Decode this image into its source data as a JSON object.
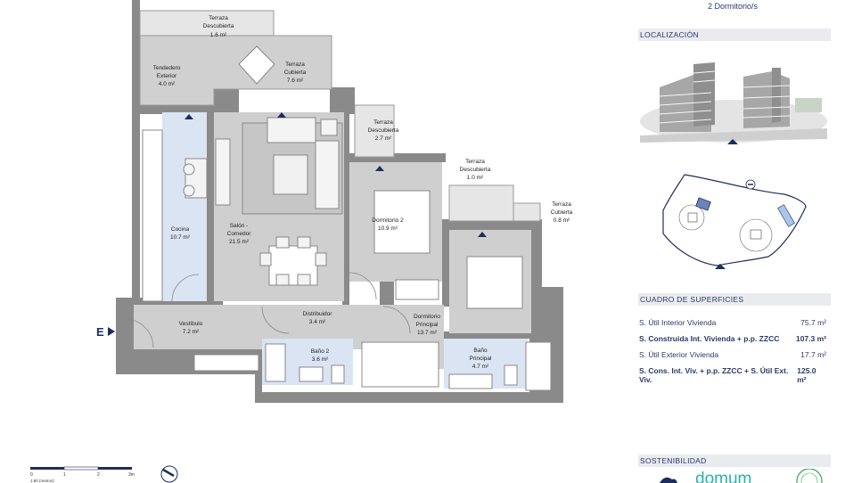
{
  "rooms": {
    "terraza_desc_1": {
      "name": "Terraza",
      "name2": "Descubierta",
      "area": "1.6 m²"
    },
    "tendedero": {
      "name": "Tendedero",
      "name2": "Exterior",
      "area": "4.0 m²"
    },
    "terraza_cub_1": {
      "name": "Terraza",
      "name2": "Cubierta",
      "area": "7.6 m²"
    },
    "terraza_desc_2": {
      "name": "Terraza",
      "name2": "Descubierta",
      "area": "2.7 m²"
    },
    "terraza_desc_3": {
      "name": "Terraza",
      "name2": "Descubierta",
      "area": "1.0 m²"
    },
    "terraza_cub_2": {
      "name": "Terraza",
      "name2": "Cubierta",
      "area": "0.8 m²"
    },
    "cocina": {
      "name": "Cocina",
      "area": "10.7 m²"
    },
    "salon": {
      "name": "Salón -",
      "name2": "Comedor",
      "area": "21.5 m²"
    },
    "dormitorio2": {
      "name": "Dormitorio 2",
      "area": "10.9 m²"
    },
    "vestibulo": {
      "name": "Vestíbulo",
      "area": "7.2 m²"
    },
    "distribuidor": {
      "name": "Distribuidor",
      "area": "3.4 m²"
    },
    "dorm_principal": {
      "name": "Dormitorio",
      "name2": "Principal",
      "area": "13.7 m²"
    },
    "bano2": {
      "name": "Baño 2",
      "area": "3.6 m²"
    },
    "bano_principal": {
      "name": "Baño",
      "name2": "Principal",
      "area": "4.7 m²"
    }
  },
  "entrance_label": "E",
  "scale": {
    "ticks": [
      "0",
      "1",
      "2",
      "3m"
    ],
    "caption": "1:60 (metros)"
  },
  "panel": {
    "bedrooms": "2 Dormitorio/s",
    "location_title": "LOCALIZACIÓN",
    "surfaces_title": "CUADRO DE SUPERFICIES",
    "surfaces": [
      {
        "label": "S. Útil Interior Vivienda",
        "value": "75.7 m²",
        "bold": false
      },
      {
        "label": "S. Construida Int. Vivienda + p.p. ZZCC",
        "value": "107.3 m²",
        "bold": true
      },
      {
        "label": "S. Útil Exterior Vivienda",
        "value": "17.7 m²",
        "bold": false
      },
      {
        "label": "S. Cons. Int. Viv. + p.p. ZZCC + S. Útil Ext. Viv.",
        "value": "125.0 m²",
        "bold": true
      }
    ],
    "sustainability_title": "SOSTENIBILIDAD",
    "logo_text": "domum"
  },
  "colors": {
    "wall": "#8a8a8a",
    "wet_room": "#dbe4f3",
    "accent": "#1f2d5c",
    "logo": "#2bb3a4"
  }
}
